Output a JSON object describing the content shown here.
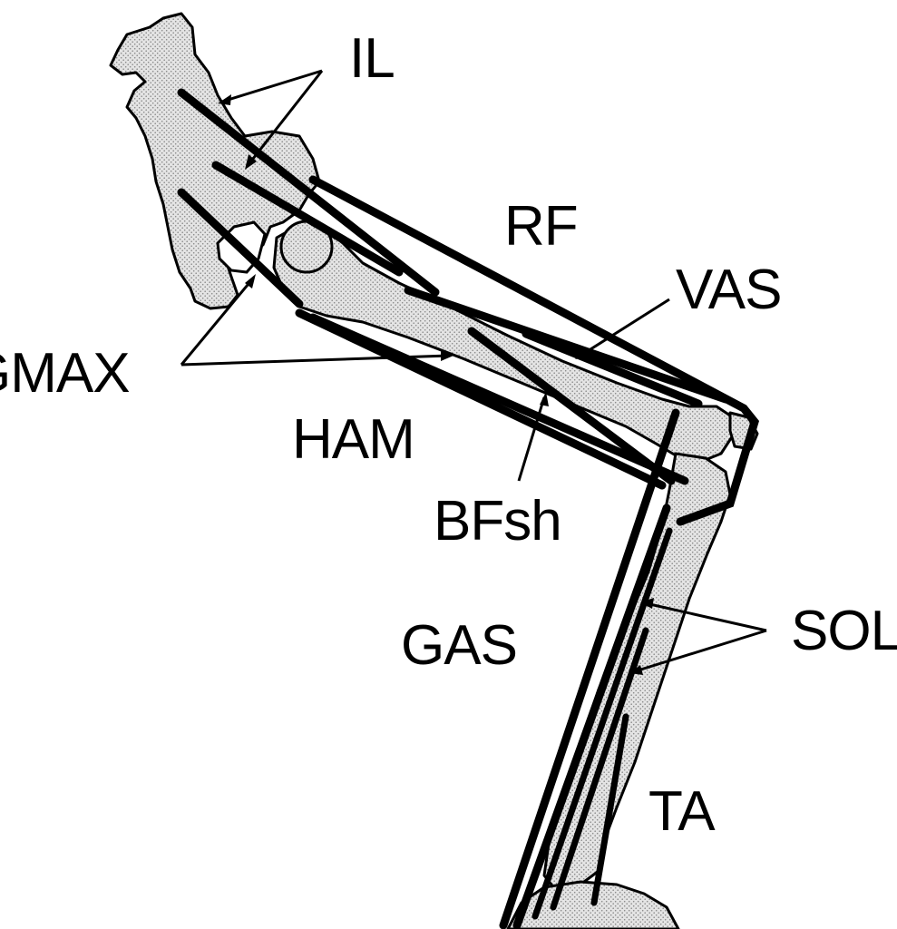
{
  "labels": {
    "il": "IL",
    "rf": "RF",
    "vas": "VAS",
    "gmax": "GMAX",
    "ham": "HAM",
    "bfsh": "BFsh",
    "gas": "GAS",
    "sol": "SOL",
    "ta": "TA"
  }
}
